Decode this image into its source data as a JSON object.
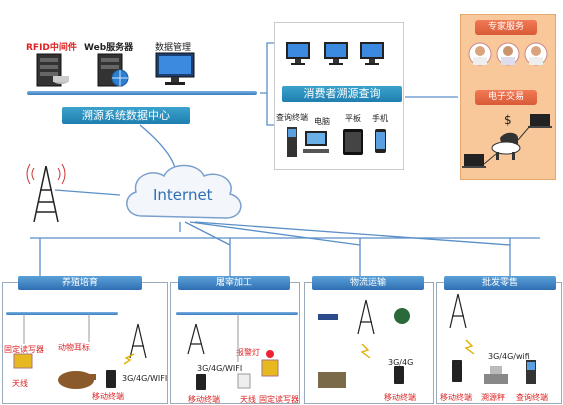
{
  "top_servers": [
    "RFID中间件",
    "Web服务器",
    "数据管理"
  ],
  "data_center": "溯源系统数据中心",
  "consumer": {
    "title": "消费者溯源查询",
    "devices": [
      "查询终端",
      "电脑",
      "平板",
      "手机"
    ]
  },
  "right_panel": {
    "expert": "专家服务",
    "trade": "电子交易"
  },
  "internet": "Internet",
  "panels": [
    {
      "title": "养殖培育",
      "labels": [
        "固定读写器",
        "动物耳标",
        "天线",
        "3G/4G/WIFI",
        "移动终端"
      ]
    },
    {
      "title": "屠宰加工",
      "labels": [
        "3G/4G/WIFI",
        "报警灯",
        "移动终端",
        "天线",
        "固定读写器"
      ]
    },
    {
      "title": "物流运输",
      "labels": [
        "3G/4G",
        "移动终端"
      ]
    },
    {
      "title": "批发零售",
      "labels": [
        "3G/4G/wifi",
        "移动终端",
        "溯源秤",
        "查询终端"
      ]
    }
  ],
  "colors": {
    "accent": "#2f6fb3",
    "teal": "#1e7fb0",
    "orange": "#f4a460",
    "red": "#d22222"
  }
}
